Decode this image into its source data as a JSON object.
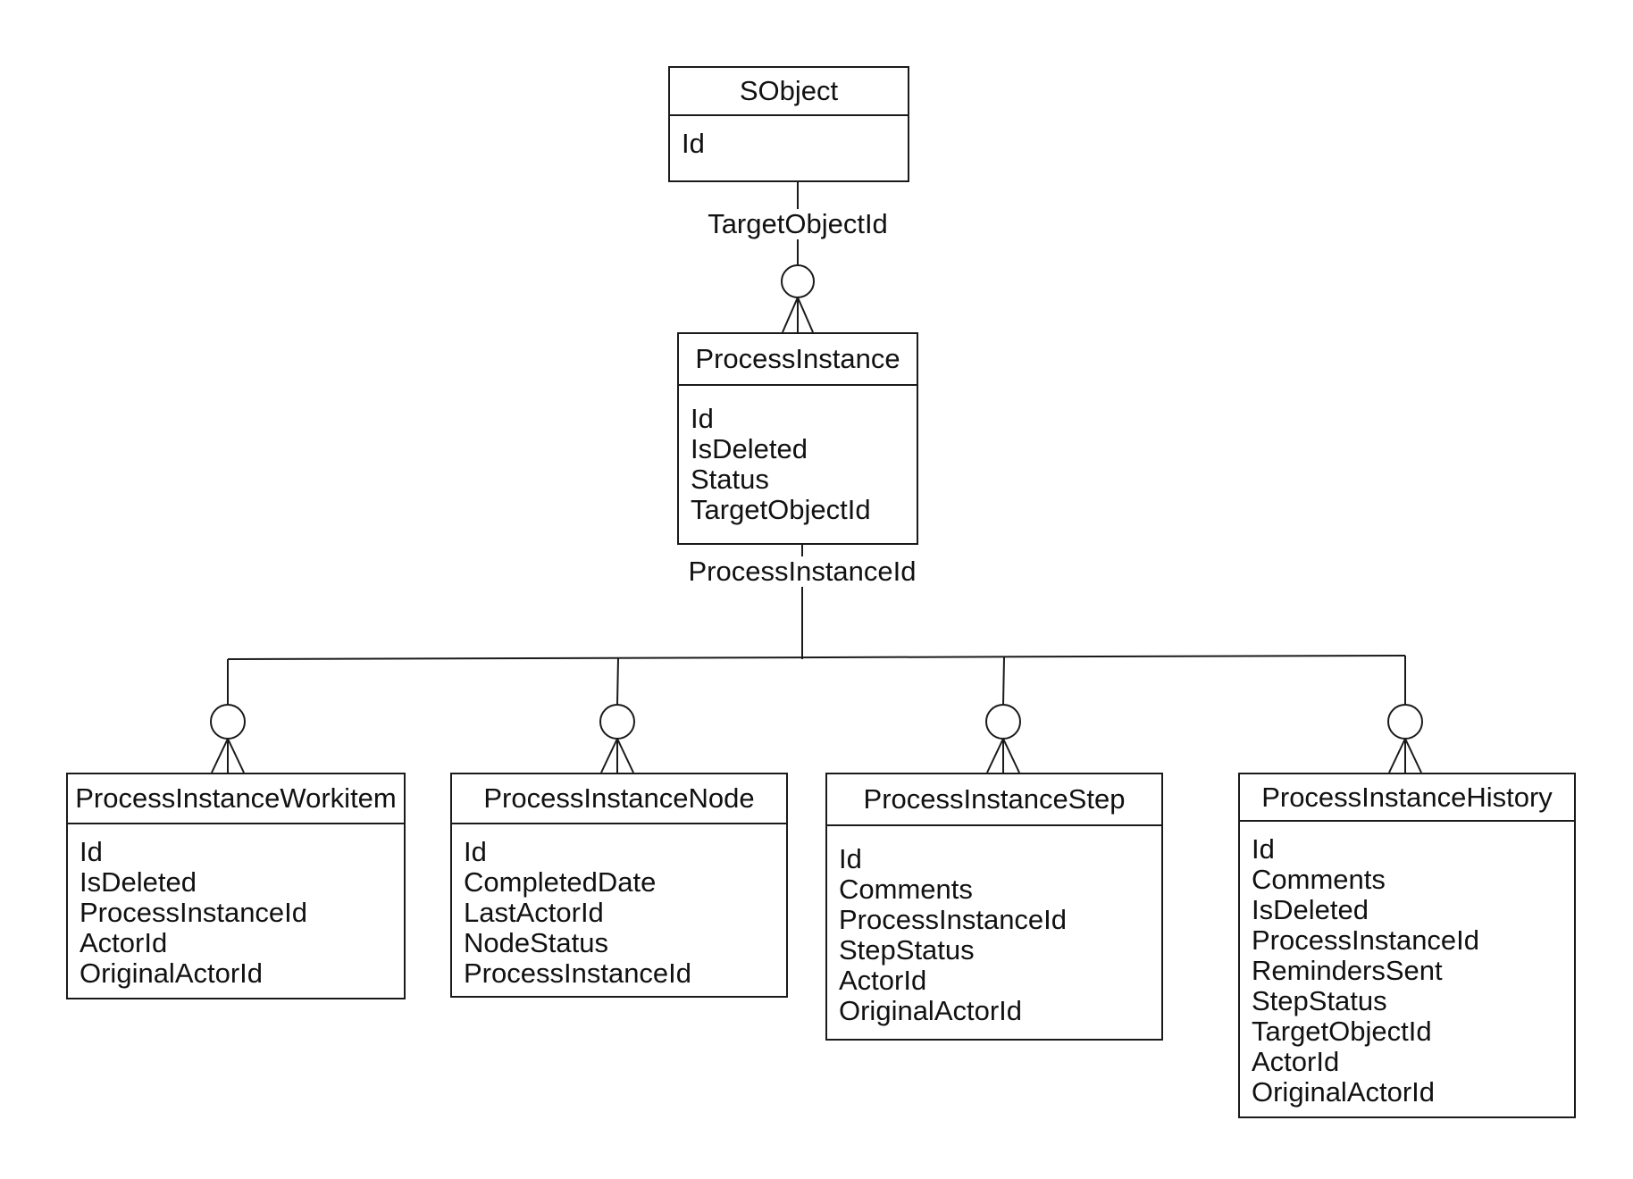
{
  "entities": {
    "sobject": {
      "name": "SObject",
      "fields": [
        "Id"
      ]
    },
    "process_instance": {
      "name": "ProcessInstance",
      "fields": [
        "Id",
        "IsDeleted",
        "Status",
        "TargetObjectId"
      ]
    },
    "workitem": {
      "name": "ProcessInstanceWorkitem",
      "fields": [
        "Id",
        "IsDeleted",
        "ProcessInstanceId",
        "ActorId",
        "OriginalActorId"
      ]
    },
    "node": {
      "name": "ProcessInstanceNode",
      "fields": [
        "Id",
        "CompletedDate",
        "LastActorId",
        "NodeStatus",
        "ProcessInstanceId"
      ]
    },
    "step": {
      "name": "ProcessInstanceStep",
      "fields": [
        "Id",
        "Comments",
        "ProcessInstanceId",
        "StepStatus",
        "ActorId",
        "OriginalActorId"
      ]
    },
    "history": {
      "name": "ProcessInstanceHistory",
      "fields": [
        "Id",
        "Comments",
        "IsDeleted",
        "ProcessInstanceId",
        "RemindersSent",
        "StepStatus",
        "TargetObjectId",
        "ActorId",
        "OriginalActorId"
      ]
    }
  },
  "relationships": {
    "target_object": {
      "label": "TargetObjectId",
      "from": "SObject",
      "to": "ProcessInstance",
      "cardinality": "zero-or-many"
    },
    "process_instance": {
      "label": "ProcessInstanceId",
      "from": "ProcessInstance",
      "to": [
        "ProcessInstanceWorkitem",
        "ProcessInstanceNode",
        "ProcessInstanceStep",
        "ProcessInstanceHistory"
      ],
      "cardinality": "zero-or-many"
    }
  },
  "colors": {
    "line": "#1a1a1a",
    "background": "#ffffff",
    "text": "#111111"
  }
}
